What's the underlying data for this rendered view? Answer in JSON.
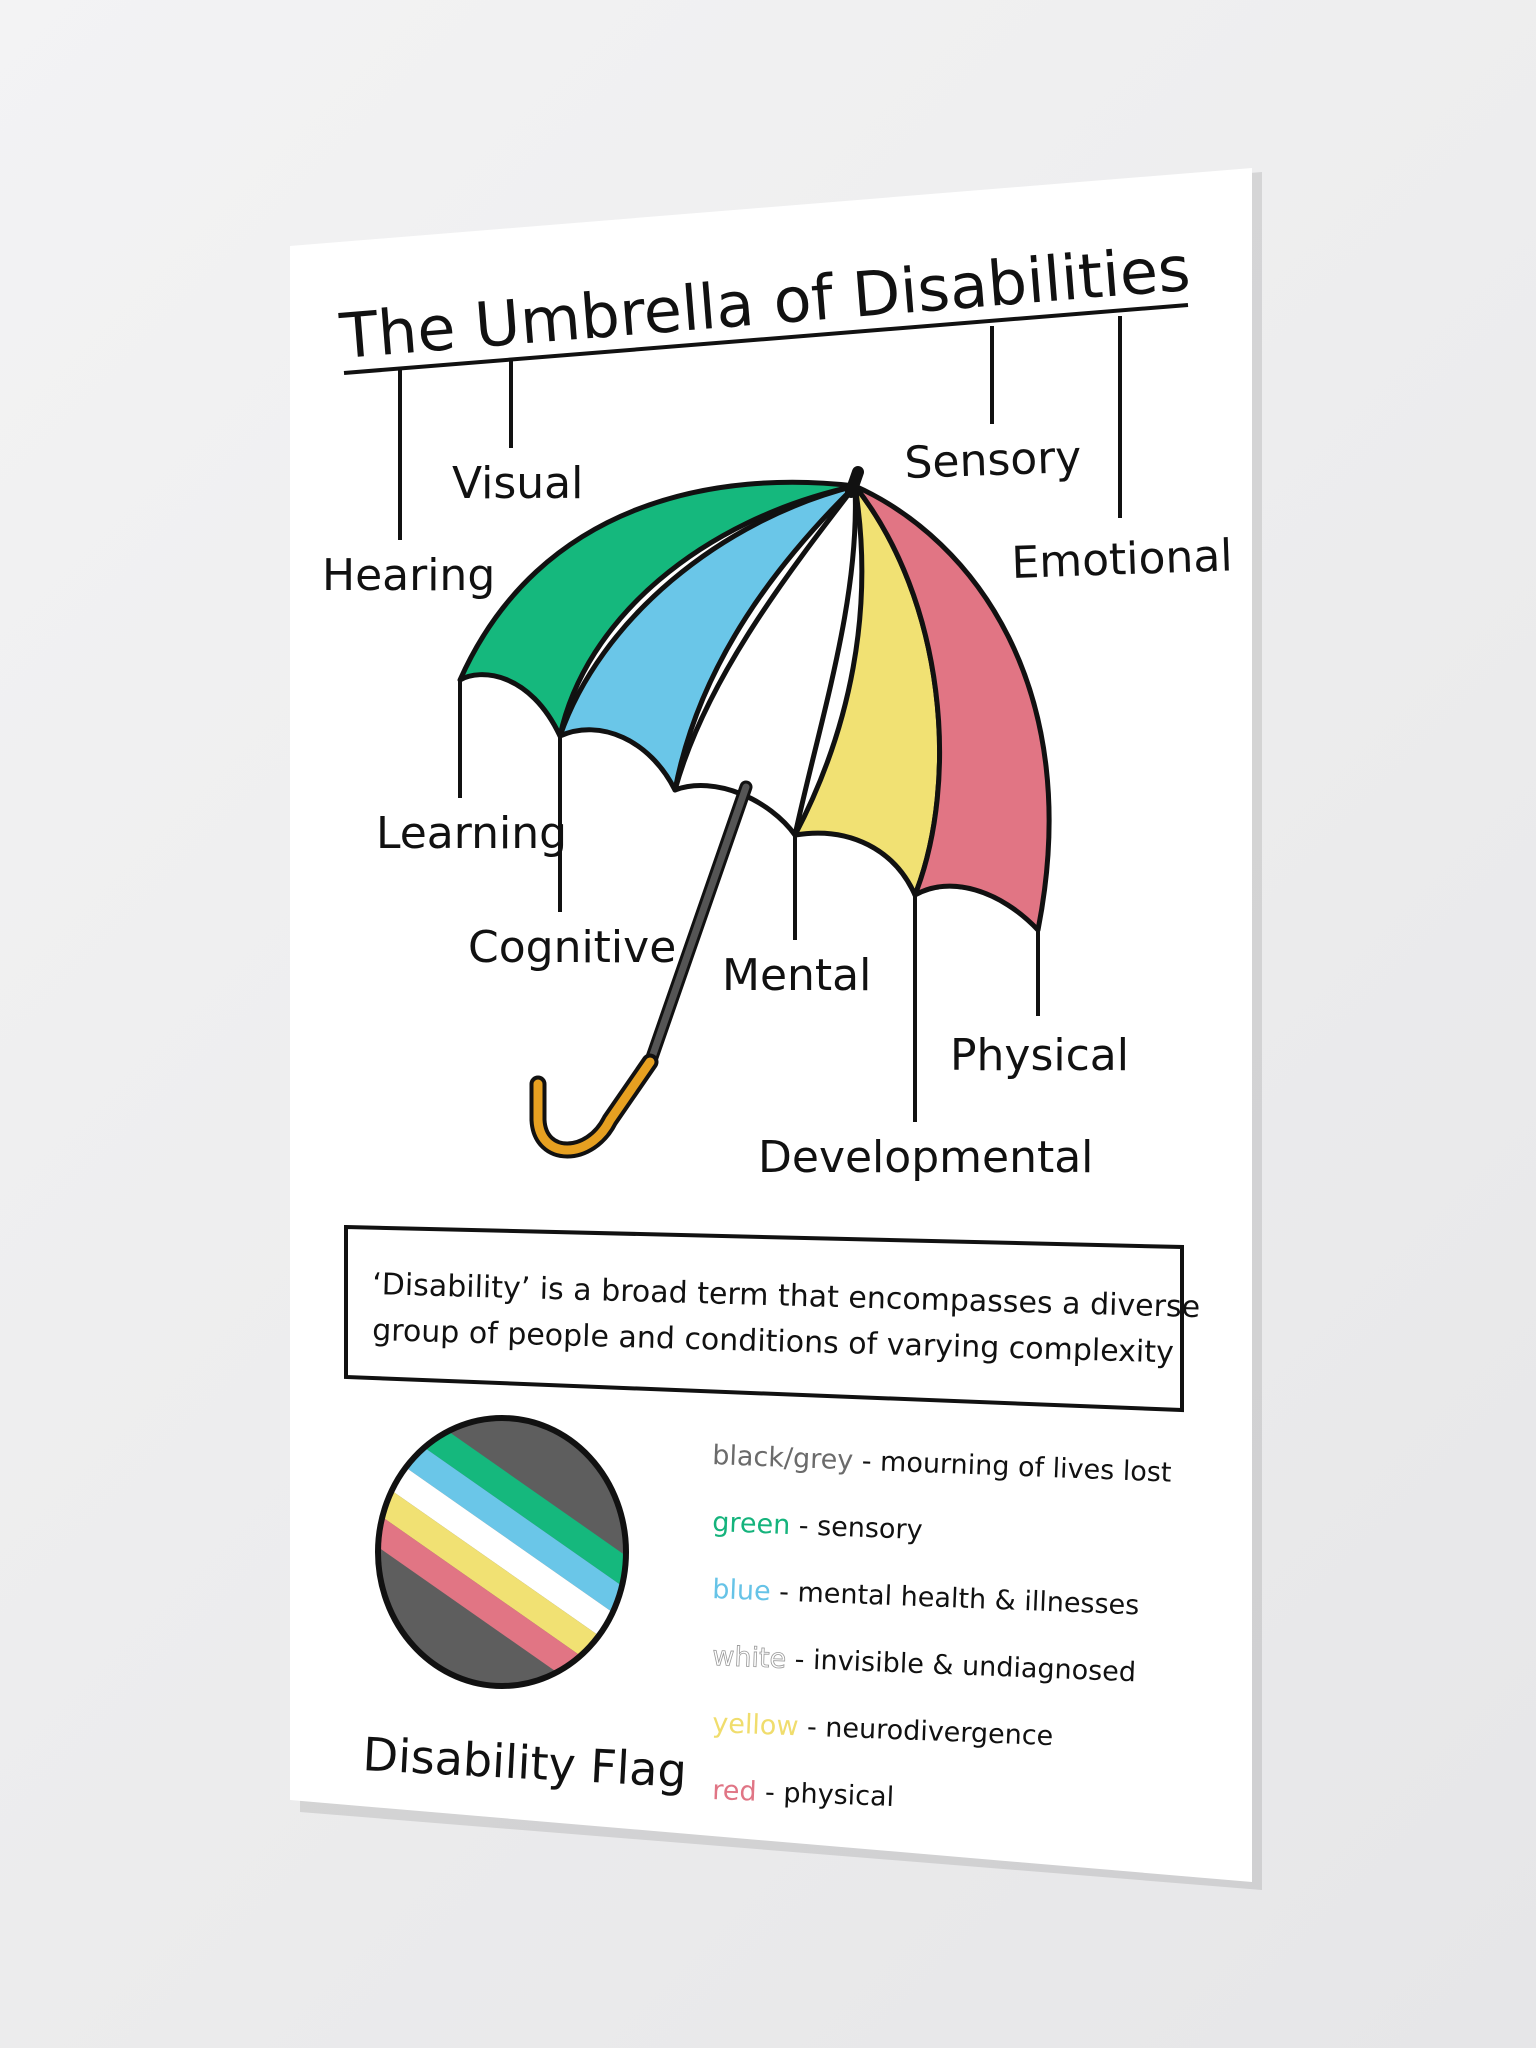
{
  "poster": {
    "title": "The Umbrella of Disabilities",
    "categories": {
      "visual": "Visual",
      "hearing": "Hearing",
      "sensory": "Sensory",
      "emotional": "Emotional",
      "learning": "Learning",
      "cognitive": "Cognitive",
      "mental": "Mental",
      "physical": "Physical",
      "developmental": "Developmental"
    },
    "description": {
      "line1": "‘Disability’ is a broad term that encompasses a diverse",
      "line2": "group of people and conditions of varying complexity"
    },
    "flag_caption": "Disability Flag",
    "legend": [
      {
        "key": "black/grey",
        "desc": "- mourning of lives lost",
        "color": "#6b6b6b"
      },
      {
        "key": "green",
        "desc": "- sensory",
        "color": "#15b37c"
      },
      {
        "key": "blue",
        "desc": "- mental health & illnesses",
        "color": "#66c3e7"
      },
      {
        "key": "white",
        "desc": "- invisible & undiagnosed",
        "color": "#ffffff"
      },
      {
        "key": "yellow",
        "desc": "- neurodivergence",
        "color": "#f0dd6d"
      },
      {
        "key": "red",
        "desc": "- physical",
        "color": "#e07585"
      }
    ],
    "colors": {
      "green": "#15b87d",
      "blue": "#6ac6e8",
      "white": "#ffffff",
      "yellow": "#f1e173",
      "red": "#e17584",
      "grey": "#5e5e5e",
      "handle": "#555555",
      "hook": "#e6a021"
    }
  }
}
